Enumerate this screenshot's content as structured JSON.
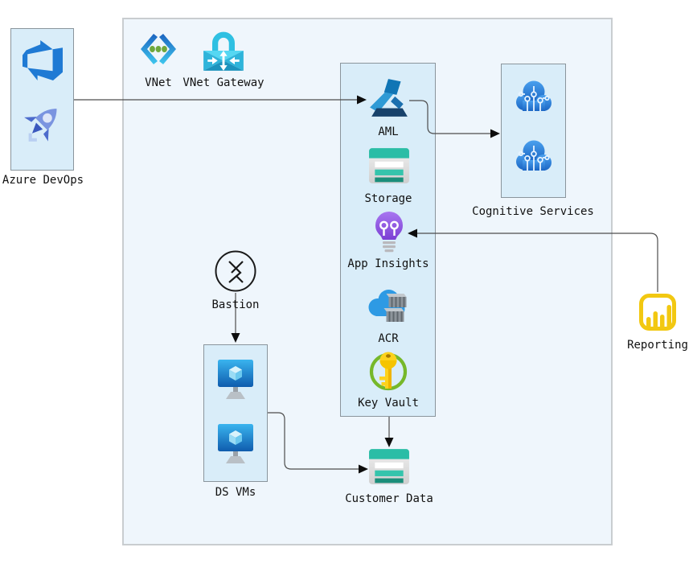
{
  "diagram_type": "azure-architecture-diagram",
  "nodes": {
    "azure_devops": "Azure DevOps",
    "vnet": "VNet",
    "vnet_gateway": "VNet Gateway",
    "aml": "AML",
    "storage": "Storage",
    "app_insights": "App Insights",
    "acr": "ACR",
    "key_vault": "Key Vault",
    "cognitive_services": "Cognitive Services",
    "bastion": "Bastion",
    "ds_vms": "DS VMs",
    "customer_data": "Customer Data",
    "reporting": "Reporting"
  },
  "edges": [
    {
      "from": "azure_devops",
      "to": "aml"
    },
    {
      "from": "aml",
      "to": "cognitive_services"
    },
    {
      "from": "reporting",
      "to": "app_insights"
    },
    {
      "from": "bastion",
      "to": "ds_vms"
    },
    {
      "from": "key_vault_column",
      "to": "customer_data"
    },
    {
      "from": "ds_vms",
      "to": "customer_data"
    }
  ],
  "colors": {
    "container_fill": "#eff6fc",
    "container_border": "#c9cdd0",
    "box_fill": "#d9edf9",
    "box_border": "#8a959c",
    "connector": "#4d4d4d",
    "arrowhead": "#0d0d0d",
    "label": "#111111",
    "azure_blue": "#0078d4",
    "storage_teal": "#2bbda6",
    "appinsights_purple": "#8b52dd",
    "keyvault_green": "#76b82a",
    "key_yellow": "#fdd21c",
    "powerbi_yellow": "#f2c811"
  }
}
